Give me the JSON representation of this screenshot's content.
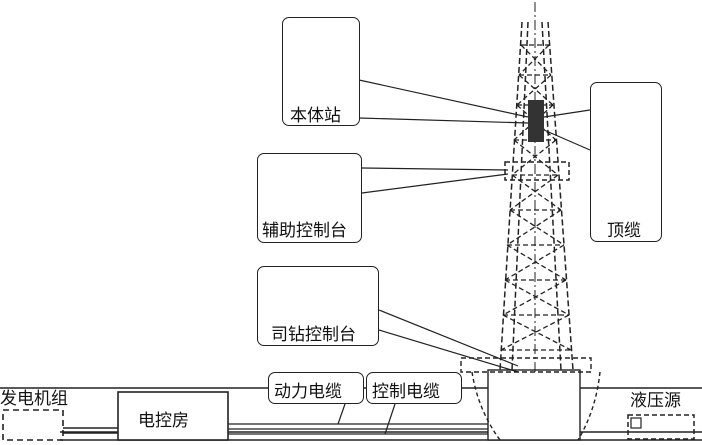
{
  "labels": {
    "main_station": "本体站",
    "aux_console": "辅助控制台",
    "drill_console": "司钻控制台",
    "top_cable": "顶缆",
    "generator": "发电机组",
    "control_room": "电控房",
    "power_cable": "动力电缆",
    "control_cable": "控制电缆",
    "hydraulic_source": "液压源"
  },
  "colors": {
    "line": "#222222",
    "panel_gray": "#cfcfcf",
    "panel_dark": "#5a5a5a"
  }
}
